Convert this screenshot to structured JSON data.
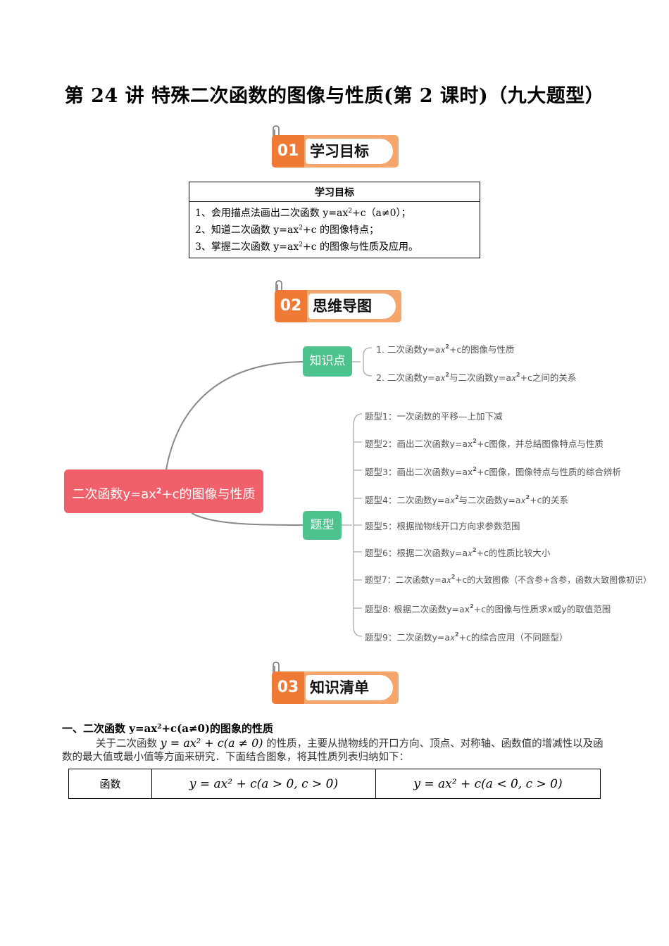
{
  "title": "第 24 讲  特殊二次函数的图像与性质(第 2 课时)（九大题型）",
  "sections": [
    {
      "num": "01",
      "label": "学习目标"
    },
    {
      "num": "02",
      "label": "思维导图"
    },
    {
      "num": "03",
      "label": "知识清单"
    }
  ],
  "goals": {
    "header": "学习目标",
    "items": [
      {
        "pre": "1、会用描点法画出二次函数 y=ax",
        "sup": "2",
        "post": "+c（a≠0）；"
      },
      {
        "pre": "2、知道二次函数 y=ax",
        "sup": "2",
        "post": "+c 的图像特点；"
      },
      {
        "pre": "3、掌握二次函数 y=ax",
        "sup": "2",
        "post": "+c 的图像与性质及应用。"
      }
    ]
  },
  "mindmap": {
    "root": {
      "pre": "二次函数y=ax",
      "sup": "2",
      "post": "+c的图像与性质"
    },
    "knowledge": {
      "label": "知识点",
      "items": [
        {
          "pre": "1. 二次函数y=a𝑥",
          "sup": "2",
          "post": "+c的图像与性质"
        },
        {
          "pre": "2. 二次函数y=a𝑥",
          "sup": "2",
          "post": "与二次函数y=a𝑥",
          "sup2": "2",
          "post2": "+c之间的关系"
        }
      ]
    },
    "types": {
      "label": "题型",
      "items": [
        {
          "pre": "题型1：一次函数的平移—上加下减"
        },
        {
          "pre": "题型2：画出二次函数y=ax",
          "sup": "2",
          "post": "+c图像，并总结图像特点与性质"
        },
        {
          "pre": "题型3：画出二次函数y=ax",
          "sup": "2",
          "post": "+c图像，图像特点与性质的综合辨析"
        },
        {
          "pre": "题型4：二次函数y=a𝑥",
          "sup": "2",
          "post": "与二次函数y=a𝑥",
          "sup2": "2",
          "post2": "+c的关系"
        },
        {
          "pre": "题型5：根据抛物线开口方向求参数范围"
        },
        {
          "pre": "题型6：根据二次函数y=a𝑥",
          "sup": "2",
          "post": "+c的性质比较大小"
        },
        {
          "pre": "题型7：二次函数y=a𝑥",
          "sup": "2",
          "post": "+c的大致图像（不含参+含参，函数大致图像初识）"
        },
        {
          "pre": "题型8: 根据二次函数y=ax",
          "sup": "2",
          "post": "+c的图像与性质求x或y的取值范围"
        },
        {
          "pre": "题型9：二次函数y=a𝑥",
          "sup": "2",
          "post": "+c的综合应用（不同题型）"
        }
      ]
    }
  },
  "knowledge_list": {
    "heading_pre": "一、二次函数 y=ax",
    "heading_sup": "2",
    "heading_post": "+c(a≠0)的图象的性质",
    "para_pre": "关于二次函数",
    "para_math": "y = ax² + c(a ≠ 0)",
    "para_post": "的性质，主要从抛物线的开口方向、顶点、对称轴、函数值的增减性以及函数的最大值或最小值等方面来研究．下面结合图象，将其性质列表归纳如下：",
    "table_header": [
      "函数",
      "y = ax² + c(a > 0, c > 0)",
      "y = ax² + c(a < 0, c > 0)"
    ]
  },
  "colors": {
    "banner_dark": "#ef7a35",
    "banner_light": "#f5a66c",
    "root": "#f0606a",
    "node": "#4ec28c"
  }
}
